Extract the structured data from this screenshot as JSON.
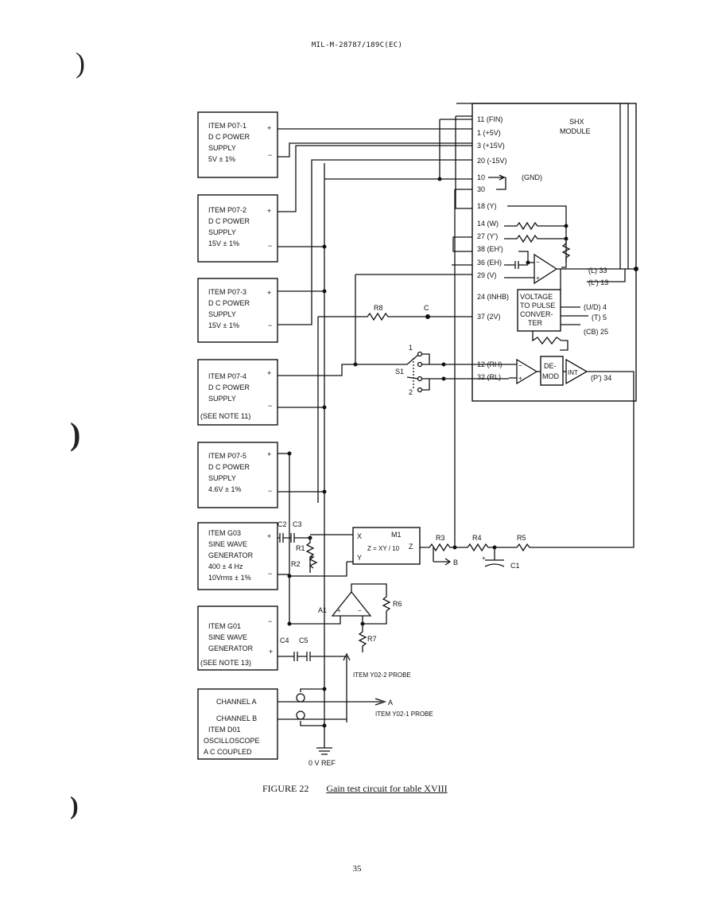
{
  "header": {
    "doc_id": "MIL-M-28787/189C(EC)"
  },
  "caption": {
    "figure": "FIGURE 22",
    "title": "Gain test circuit for table XVIII"
  },
  "page_number": "35",
  "supplies": [
    {
      "l1": "ITEM P07-1",
      "l2": "D C POWER",
      "l3": "SUPPLY",
      "l4": "5V ± 1%",
      "plus": "+",
      "minus": "−"
    },
    {
      "l1": "ITEM P07-2",
      "l2": "D C POWER",
      "l3": "SUPPLY",
      "l4": "15V ± 1%",
      "plus": "+",
      "minus": "−"
    },
    {
      "l1": "ITEM P07-3",
      "l2": "D C POWER",
      "l3": "SUPPLY",
      "l4": "15V ± 1%",
      "plus": "+",
      "minus": "−"
    },
    {
      "l1": "ITEM P07-4",
      "l2": "D C POWER",
      "l3": "SUPPLY",
      "l4": "(SEE NOTE 11)",
      "plus": "+",
      "minus": "−"
    },
    {
      "l1": "ITEM P07-5",
      "l2": "D C POWER",
      "l3": "SUPPLY",
      "l4": "4.6V ± 1%",
      "plus": "+",
      "minus": "−"
    }
  ],
  "g03": {
    "l1": "ITEM G03",
    "l2": "SINE WAVE",
    "l3": "GENERATOR",
    "l4": "400 ± 4 Hz",
    "l5": "10Vrms ± 1%",
    "plus": "+",
    "minus": "−"
  },
  "g01": {
    "l1": "ITEM G01",
    "l2": "SINE WAVE",
    "l3": "GENERATOR",
    "l4": "(SEE NOTE 13)",
    "plus": "+",
    "minus": "−"
  },
  "scope": {
    "l1": "CHANNEL A",
    "l2": "CHANNEL B",
    "l3": "ITEM D01",
    "l4": "OSCILLOSCOPE",
    "l5": "A C COUPLED"
  },
  "module": {
    "name1": "SHX",
    "name2": "MODULE",
    "pins_left": [
      "11 (FIN)",
      "1 (+5V)",
      "3 (+15V)",
      "20 (-15V)",
      "10",
      "30",
      "18 (Y)",
      "14 (W)",
      "27 (Y')",
      "38 (EH')",
      "36 (EH)",
      "29 (V)",
      "24 (INHB)",
      "37 (2V)",
      "12 (RH)",
      "32 (RL)"
    ],
    "gnd": "(GND)",
    "vtp1": "VOLTAGE",
    "vtp2": "TO PULSE",
    "vtp3": "CONVER-",
    "vtp4": "TER",
    "demod1": "DE-",
    "demod2": "MOD",
    "int": "INT",
    "pins_right": [
      "(L) 33",
      "(L') 13",
      "(U/D) 4",
      "(T) 5",
      "(CB) 25",
      "(P') 34"
    ]
  },
  "components": {
    "r8": "R8",
    "c": "C",
    "s1": "S1",
    "s1_pos1": "1",
    "s1_pos2": "2",
    "c2": "C2",
    "c3": "C3",
    "r1": "R1",
    "r2": "R2",
    "c4": "C4",
    "c5": "C5",
    "m1": "M1",
    "m1_x": "X",
    "m1_y": "Y",
    "m1_z": "Z",
    "m1_formula": "Z = XY / 10",
    "r3": "R3",
    "r4": "R4",
    "r5": "R5",
    "c1": "C1",
    "r6": "R6",
    "r7": "R7",
    "a1": "A1",
    "b_label": "B",
    "a_label": "A",
    "probe2": "ITEM Y02-2 PROBE",
    "probe1": "ITEM Y02-1 PROBE",
    "ref": "0 V REF"
  }
}
